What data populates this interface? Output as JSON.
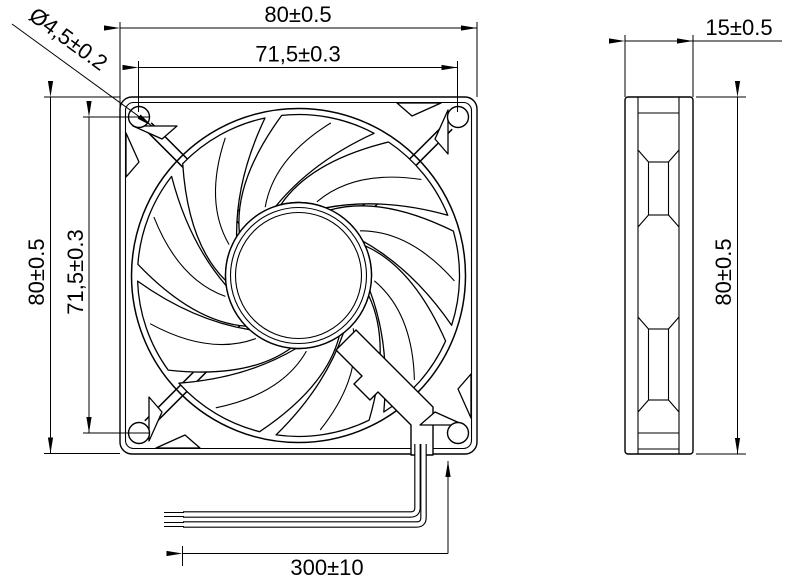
{
  "meta": {
    "drawing_type": "technical dimension drawing",
    "subject": "axial cooling fan 80x80x15 mm",
    "views": [
      "front view",
      "side view"
    ]
  },
  "colors": {
    "line": "#000000",
    "background": "#ffffff"
  },
  "front_view": {
    "blade_count": 9,
    "mounting_hole_count": 4,
    "labels": {
      "width": "80±0.5",
      "hole_pitch_horizontal": "71,5±0.3",
      "height": "80±0.5",
      "hole_pitch_vertical": "71,5±0.3",
      "mounting_hole_diameter": "Ø4,5±0.2",
      "lead_wire_length": "300±10"
    }
  },
  "side_view": {
    "labels": {
      "thickness": "15±0.5",
      "height": "80±0.5"
    }
  }
}
